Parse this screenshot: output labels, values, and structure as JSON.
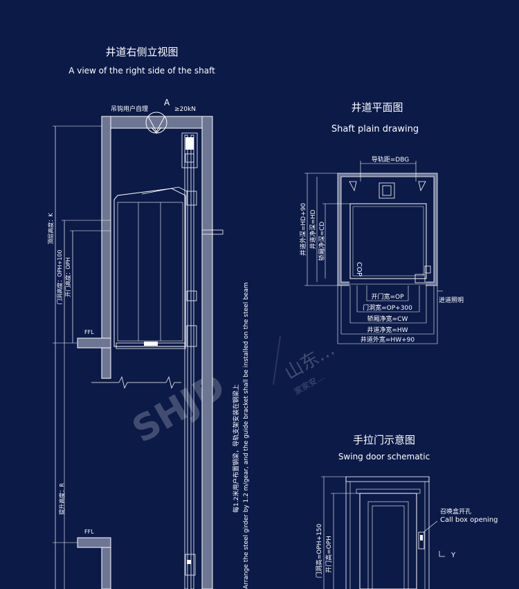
{
  "side_view": {
    "title_cn": "井道右侧立视图",
    "title_en": "A view of the right side of the shaft",
    "hook_label": "吊钩用户自理",
    "load_label": "≥20kN",
    "section_marker": "A",
    "headroom_label": "顶层高度：K",
    "door_hole_height_label": "门洞高度：OPH+100",
    "door_height_label": "开门高度：OPH",
    "ffl_top": "FFL",
    "ffl_bottom": "FFL",
    "travel_label": "提升高度：R",
    "note_cn": "每1.2米用户布置钢梁，导轨支架安装在钢梁上",
    "note_en": "Arrange the steel girder by 1.2 m/gear, and the guide bracket shall be installed on the steel beam"
  },
  "plan_view": {
    "title_cn": "井道平面图",
    "title_en": "Shaft plain drawing",
    "rail_gauge": "导轨距=DBG",
    "depth_outer": "井道外深=HD+90",
    "depth_inner": "井道净深=HD",
    "car_depth": "轿厢净深=CD",
    "cop_label": "COP",
    "lighting_label": "进道照明",
    "dims": [
      "开门宽=OP",
      "门洞宽=OP+300",
      "轿厢净宽=CW",
      "井道净宽=HW",
      "井道外宽=HW+90"
    ]
  },
  "door_view": {
    "title_cn": "手拉门示意图",
    "title_en": "Swing door schematic",
    "hole_height": "门洞高=OPH+150",
    "open_height": "开门高=OPH",
    "callbox_cn": "召唤盒开孔",
    "callbox_en": "Call box opening",
    "y_label": "Y"
  },
  "watermark": {
    "brand_en": "SHJD",
    "brand_cn": "山东…",
    "tagline": "家家安…"
  }
}
